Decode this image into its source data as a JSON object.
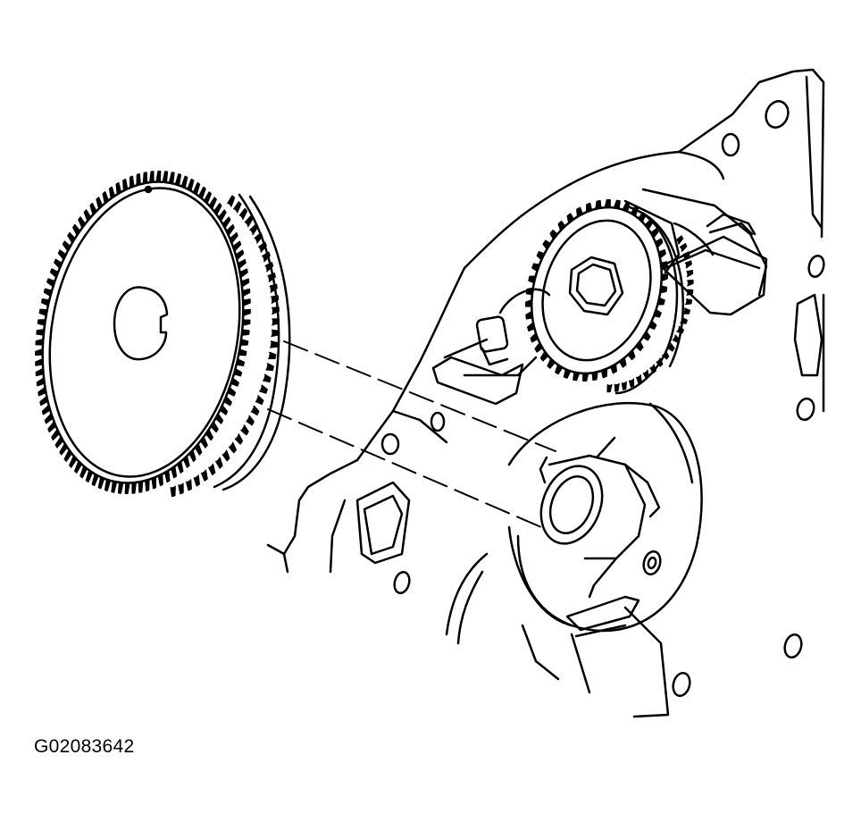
{
  "figure": {
    "id_label": "G02083642"
  },
  "colors": {
    "ink": "#000000",
    "paper": "#ffffff"
  },
  "gear": {
    "tooth_count": 96
  },
  "drive_gear": {
    "tooth_count": 44
  }
}
